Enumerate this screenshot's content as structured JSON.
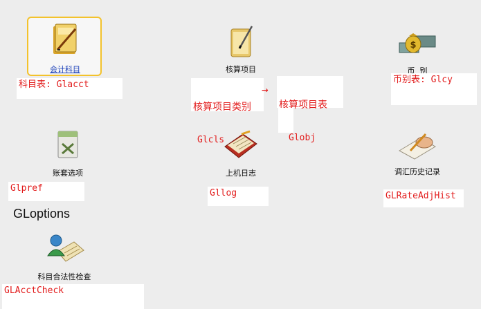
{
  "icons": [
    {
      "label": "会计科目",
      "icon": "ledger-book-icon",
      "selected": true
    },
    {
      "label": "核算项目",
      "icon": "notepad-pen-icon"
    },
    {
      "label": "币  别",
      "icon": "money-bag-icon"
    },
    {
      "label": "账套选项",
      "icon": "options-document-icon"
    },
    {
      "label": "上机日志",
      "icon": "log-book-icon"
    },
    {
      "label": "调汇历史记录",
      "icon": "writing-hand-icon"
    },
    {
      "label": "科目合法性检查",
      "icon": "user-check-icon"
    }
  ],
  "annotations": {
    "glacct": "科目表: Glacct",
    "glcls_title": "核算项目类别",
    "glcls_code": "Glcls",
    "globj_title": "核算项目表",
    "globj_code": "Globj",
    "glcy": "币别表: Glcy",
    "glpref": "Glpref",
    "gllog": "Gllog",
    "glrate": "GLRateAdjHist",
    "glacctcheck": "GLAcctCheck",
    "arrow": "→"
  },
  "gloptions": "GLoptions",
  "colors": {
    "annotation": "#e21b1b",
    "selection_border": "#f3c22c",
    "link": "#1a3fb8"
  }
}
